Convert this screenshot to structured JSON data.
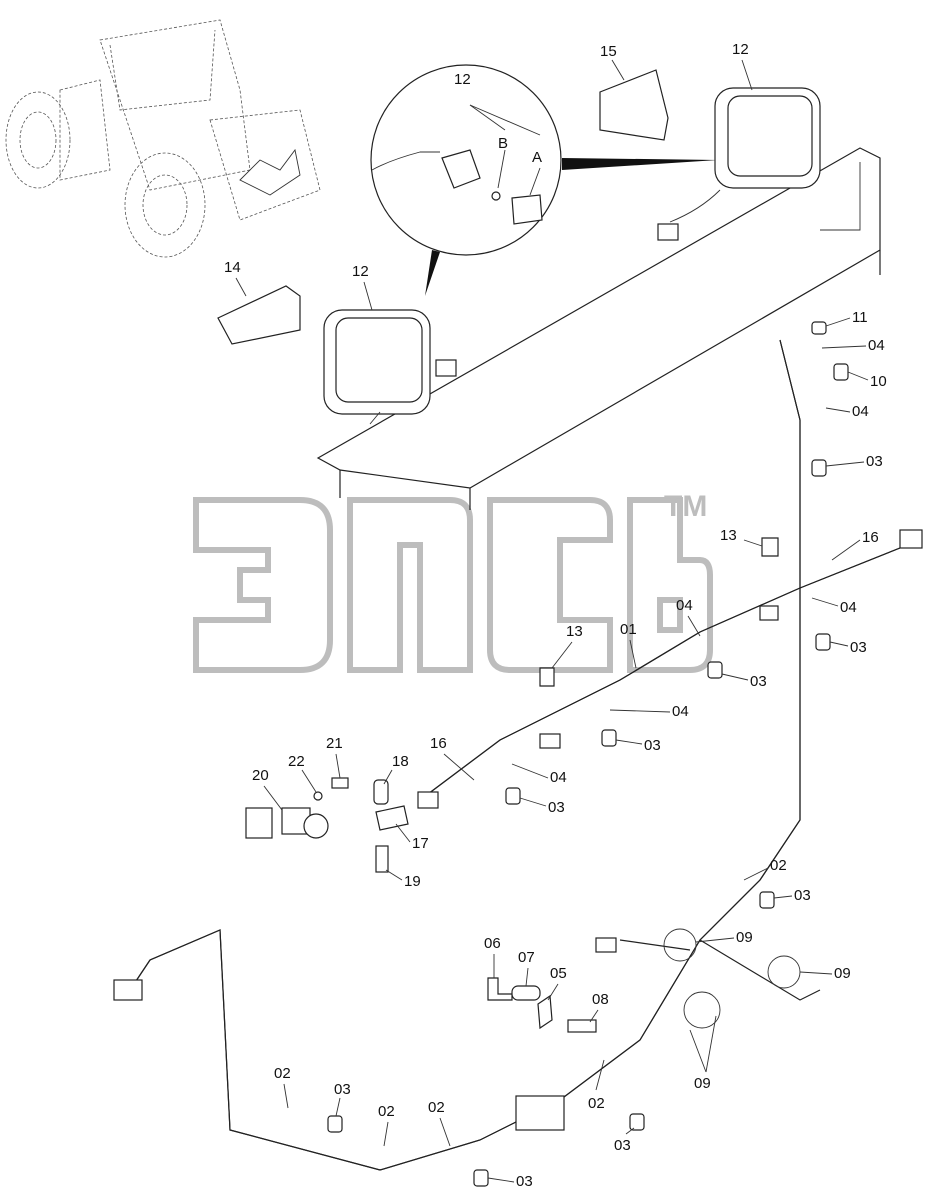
{
  "watermark": {
    "tm": "TM"
  },
  "detail": {
    "variant_a": "A",
    "variant_b": "B"
  },
  "callouts": {
    "c12_detail": "12",
    "c15": "15",
    "c12_right": "12",
    "c14": "14",
    "c12_left": "12",
    "c11": "11",
    "c04_a": "04",
    "c10": "10",
    "c04_b": "04",
    "c03_a": "03",
    "c13_a": "13",
    "c16_a": "16",
    "c04_c": "04",
    "c03_b": "03",
    "c13_b": "13",
    "c01": "01",
    "c04_d": "04",
    "c03_c": "03",
    "c04_e": "04",
    "c03_d": "03",
    "c16_b": "16",
    "c04_f": "04",
    "c03_e": "03",
    "c21": "21",
    "c22": "22",
    "c18": "18",
    "c20": "20",
    "c17": "17",
    "c19": "19",
    "c02_a": "02",
    "c03_f": "03",
    "c09_a": "09",
    "c06": "06",
    "c07": "07",
    "c05": "05",
    "c08": "08",
    "c09_b": "09",
    "c09_c": "09",
    "c02_b": "02",
    "c03_g": "03",
    "c02_c": "02",
    "c02_d": "02",
    "c02_e": "02",
    "c03_h": "03",
    "c03_i": "03"
  }
}
